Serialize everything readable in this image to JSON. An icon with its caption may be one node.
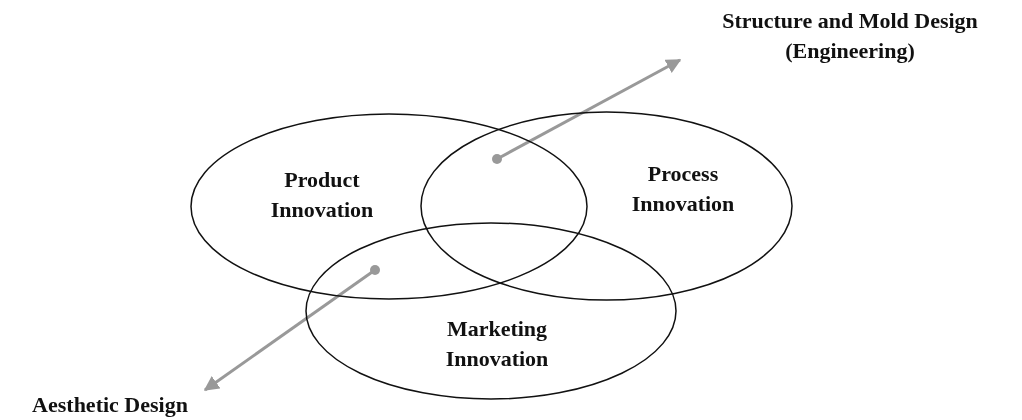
{
  "diagram": {
    "nodes": [
      {
        "text": [
          "Product Innovation"
        ]
      },
      {
        "text": [
          "Process Innovation"
        ]
      },
      {
        "text": [
          "Marketing Innovation"
        ]
      },
      {
        "text": [
          "Structure and Mold Design (Engineering)"
        ]
      },
      {
        "text": [
          "Aesthetic Design"
        ]
      },
      {
        "text": [],
        "shape": "circle"
      },
      {
        "text": [],
        "shape": "circle"
      }
    ],
    "edges": [
      {
        "from": 5,
        "to": 3,
        "arrow": "to"
      },
      {
        "from": 6,
        "to": 4,
        "arrow": "to"
      }
    ]
  }
}
